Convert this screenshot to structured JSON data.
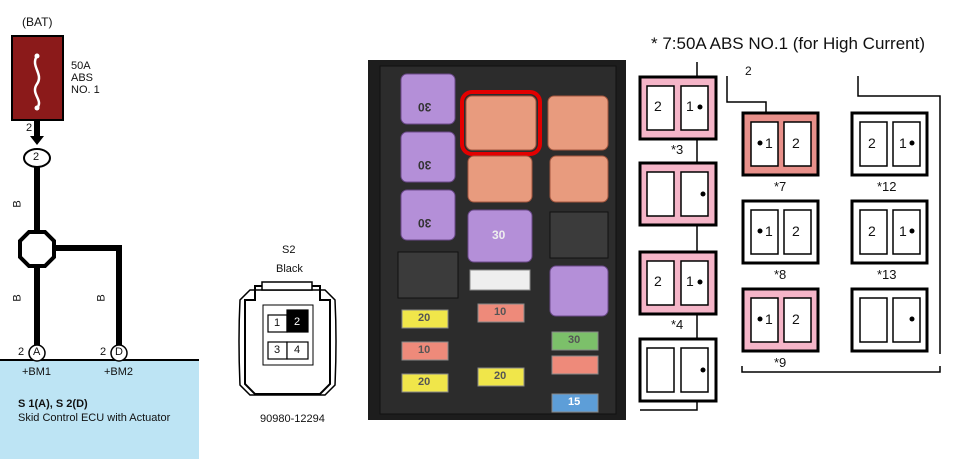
{
  "wiring": {
    "bat_label": "(BAT)",
    "fuse_lines": [
      "50A",
      "ABS",
      "NO. 1"
    ],
    "pin_2_top": "2",
    "splice_pin": "2",
    "wire_color_1": "B",
    "wire_color_2": "B",
    "wire_color_3": "B",
    "pin_left": "2",
    "pin_left_letter": "A",
    "pin_right": "2",
    "pin_right_letter": "D",
    "terminal_left": "+BM1",
    "terminal_right": "+BM2",
    "ecu_title": "S 1(A), S 2(D)",
    "ecu_subtitle": "Skid Control ECU with Actuator"
  },
  "connector": {
    "name": "S2",
    "color": "Black",
    "pins": [
      "1",
      "2",
      "3",
      "4"
    ],
    "part_number": "90980-12294"
  },
  "photo": {
    "fuse_labels": [
      "30",
      "30",
      "30",
      "30",
      "20",
      "10",
      "10",
      "20",
      "30",
      "15",
      "20"
    ]
  },
  "relay_diagram": {
    "title": "* 7:50A ABS NO.1 (for High Current)",
    "top_mark": "2",
    "labels": [
      "*3",
      "*4",
      "*7",
      "*8",
      "*9",
      "*12",
      "*13"
    ],
    "pin_1": "1",
    "pin_2": "2"
  },
  "colors": {
    "fuse_fill": "#8b1a1a",
    "ecu_fill": "#bde4f4",
    "pink": "#f5b5c8",
    "salmon": "#e8908a"
  }
}
